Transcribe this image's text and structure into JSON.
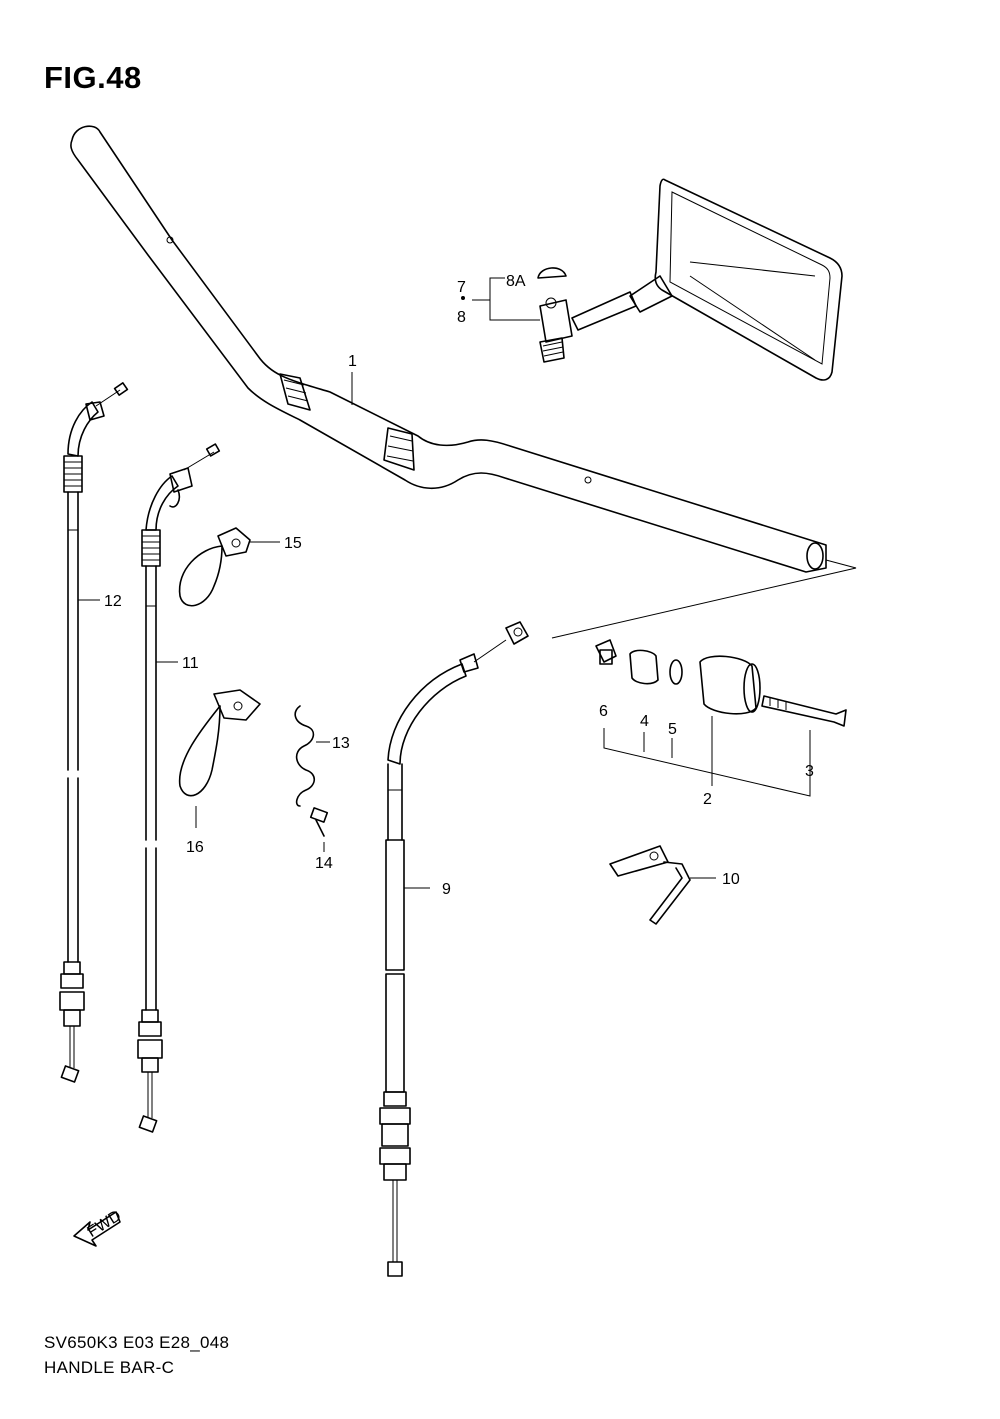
{
  "figure": {
    "title": "FIG.48",
    "model_code": "SV650K3 E03 E28_048",
    "caption": "HANDLE BAR-C"
  },
  "callouts": [
    {
      "id": "c1",
      "text": "1"
    },
    {
      "id": "c2",
      "text": "2"
    },
    {
      "id": "c3",
      "text": "3"
    },
    {
      "id": "c4",
      "text": "4"
    },
    {
      "id": "c5",
      "text": "5"
    },
    {
      "id": "c6",
      "text": "6"
    },
    {
      "id": "c7",
      "text": "7"
    },
    {
      "id": "c8",
      "text": "8"
    },
    {
      "id": "c8a",
      "text": "8A"
    },
    {
      "id": "c9",
      "text": "9"
    },
    {
      "id": "c10",
      "text": "10"
    },
    {
      "id": "c11",
      "text": "11"
    },
    {
      "id": "c12",
      "text": "12"
    },
    {
      "id": "c13",
      "text": "13"
    },
    {
      "id": "c14",
      "text": "14"
    },
    {
      "id": "c15",
      "text": "15"
    },
    {
      "id": "c16",
      "text": "16"
    }
  ],
  "direction_marker": "FWD"
}
